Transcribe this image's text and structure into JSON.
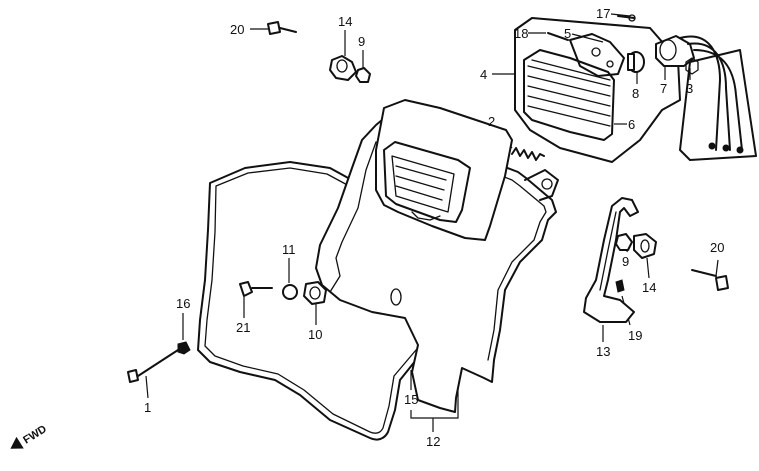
{
  "diagram": {
    "fwd_label": "FWD",
    "callouts": {
      "c1": "1",
      "c2": "2",
      "c3": "3",
      "c4": "4",
      "c5": "5",
      "c6": "6",
      "c7": "7",
      "c8": "8",
      "c9a": "9",
      "c9b": "9",
      "c10": "10",
      "c11": "11",
      "c12": "12",
      "c13": "13",
      "c14a": "14",
      "c14b": "14",
      "c15": "15",
      "c16": "16",
      "c17": "17",
      "c18": "18",
      "c19": "19",
      "c20a": "20",
      "c20b": "20",
      "c21": "21"
    }
  }
}
